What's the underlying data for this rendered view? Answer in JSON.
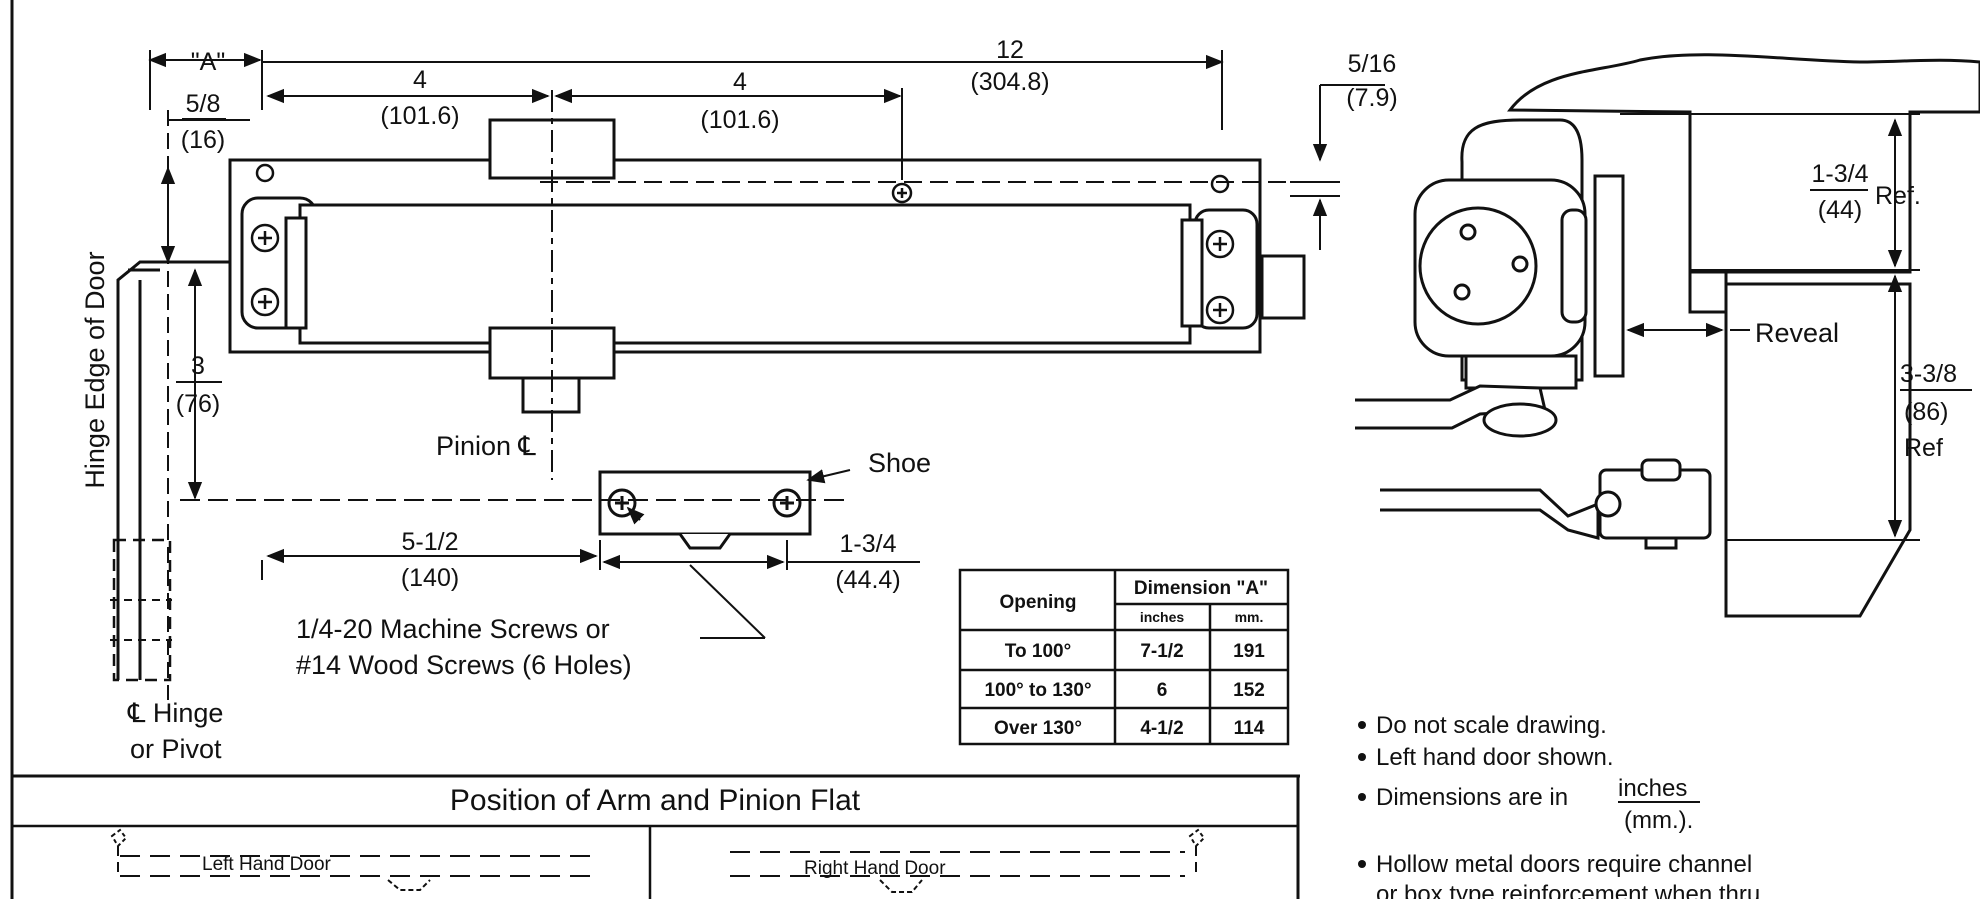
{
  "dimensions": {
    "a_label": "\"A\"",
    "twelve": "12",
    "twelve_mm": "(304.8)",
    "four_left": "4",
    "four_left_mm": "(101.6)",
    "four_right": "4",
    "four_right_mm": "(101.6)",
    "five_eighths": "5/8",
    "five_eighths_mm": "(16)",
    "five_sixteenths": "5/16",
    "five_sixteenths_mm": "(7.9)",
    "three": "3",
    "three_mm": "(76)",
    "five_half": "5-1/2",
    "five_half_mm": "(140)",
    "one_three_quarter": "1-3/4",
    "one_three_quarter_mm": "(44.4)",
    "side_one_three_quarter": "1-3/4",
    "side_one_three_quarter_mm": "(44)",
    "side_ref": "Ref.",
    "side_three_three_eighths": "3-3/8",
    "side_three_three_eighths_mm": "(86)",
    "side_ref2": "Ref"
  },
  "labels": {
    "hinge_edge": "Hinge Edge of Door",
    "pinion_cl": "Pinion ℄",
    "shoe": "Shoe",
    "screws_line1": "1/4-20 Machine Screws or",
    "screws_line2": "#14 Wood Screws (6 Holes)",
    "hinge_line1": "℄ Hinge",
    "hinge_line2": "or Pivot",
    "reveal": "Reveal"
  },
  "table": {
    "col_opening": "Opening",
    "col_dimension": "Dimension \"A\"",
    "sub_inches": "inches",
    "sub_mm": "mm.",
    "rows": [
      {
        "opening": "To 100°",
        "inches": "7-1/2",
        "mm": "191"
      },
      {
        "opening": "100° to 130°",
        "inches": "6",
        "mm": "152"
      },
      {
        "opening": "Over 130°",
        "inches": "4-1/2",
        "mm": "114"
      }
    ]
  },
  "notes": {
    "n1": "Do not scale drawing.",
    "n2": "Left hand door shown.",
    "n3_prefix": "Dimensions are in",
    "n3_unit": "inches",
    "n3_unit_mm": "(mm.).",
    "n4_line1": "Hollow metal doors require channel",
    "n4_line2": "or box type reinforcement when thru"
  },
  "arm_position": {
    "title": "Position of Arm and Pinion Flat",
    "left_hand": "Left Hand Door",
    "right_hand": "Right Hand Door"
  }
}
